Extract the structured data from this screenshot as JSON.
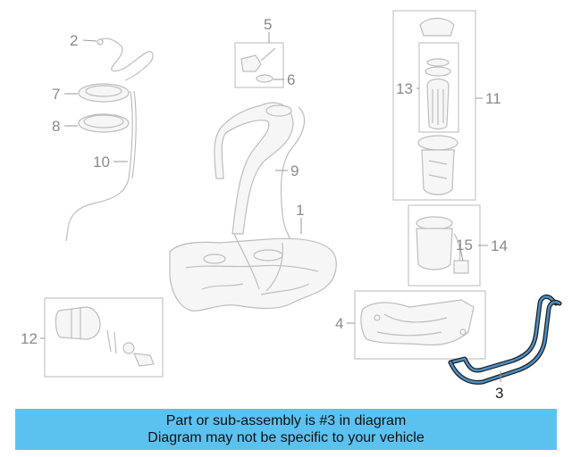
{
  "callouts": {
    "c1": "1",
    "c2": "2",
    "c3": "3",
    "c4": "4",
    "c5": "5",
    "c6": "6",
    "c7": "7",
    "c8": "8",
    "c9": "9",
    "c10": "10",
    "c11": "11",
    "c12": "12",
    "c13": "13",
    "c14": "14",
    "c15": "15"
  },
  "highlight_part": "3",
  "colors": {
    "banner": "#5bc2f0",
    "highlight": "#4a90c8",
    "part_outline": "#bdbdbd"
  },
  "banner": {
    "line1": "Part or sub-assembly is #3 in diagram",
    "line2": "Diagram may not be specific to your vehicle"
  }
}
